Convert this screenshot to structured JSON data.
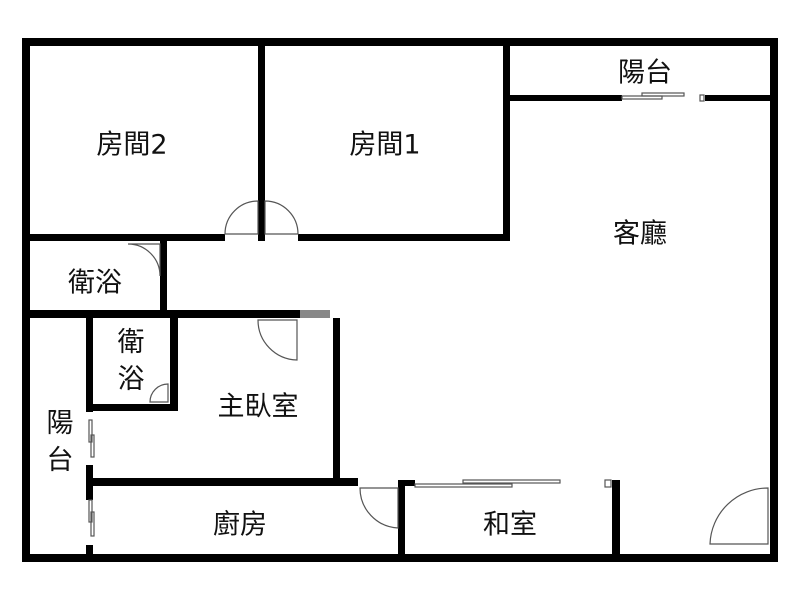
{
  "floorplan": {
    "rooms": [
      {
        "id": "bedroom-2",
        "label": "房間2"
      },
      {
        "id": "bedroom-1",
        "label": "房間1"
      },
      {
        "id": "balcony-top",
        "label": "陽台"
      },
      {
        "id": "living-room",
        "label": "客廳"
      },
      {
        "id": "bathroom-1",
        "label": "衛浴"
      },
      {
        "id": "bathroom-2",
        "label": "衛浴"
      },
      {
        "id": "master-bedroom",
        "label": "主臥室"
      },
      {
        "id": "balcony-left",
        "label": "陽台"
      },
      {
        "id": "kitchen",
        "label": "廚房"
      },
      {
        "id": "japanese-room",
        "label": "和室"
      }
    ],
    "colors": {
      "wall": "#000000",
      "door": "#555555",
      "background": "#ffffff"
    }
  }
}
